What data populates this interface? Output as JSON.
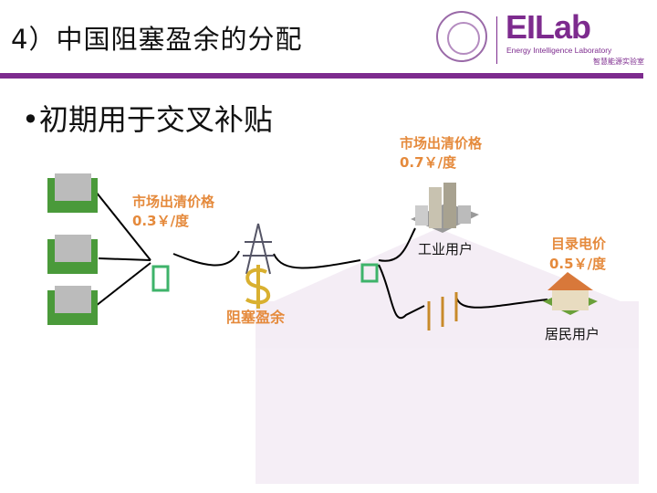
{
  "header": {
    "title": "4）中国阻塞盈余的分配",
    "logo_text": "EILab",
    "logo_subtitle": "Energy Intelligence Laboratory",
    "logo_cn": "智慧能源实验室"
  },
  "bullet": "•初期用于交叉补贴",
  "diagram": {
    "gen_price_label": "市场出清价格",
    "gen_price": "0.3￥/度",
    "congestion_label": "阻塞盈余",
    "ind_price_label": "市场出清价格",
    "ind_price": "0.7￥/度",
    "industrial_user": "工业用户",
    "res_price_label": "目录电价",
    "res_price": "0.5￥/度",
    "residential_user": "居民用户"
  },
  "colors": {
    "accent": "#7d2b8e",
    "label": "#e58a3c"
  }
}
